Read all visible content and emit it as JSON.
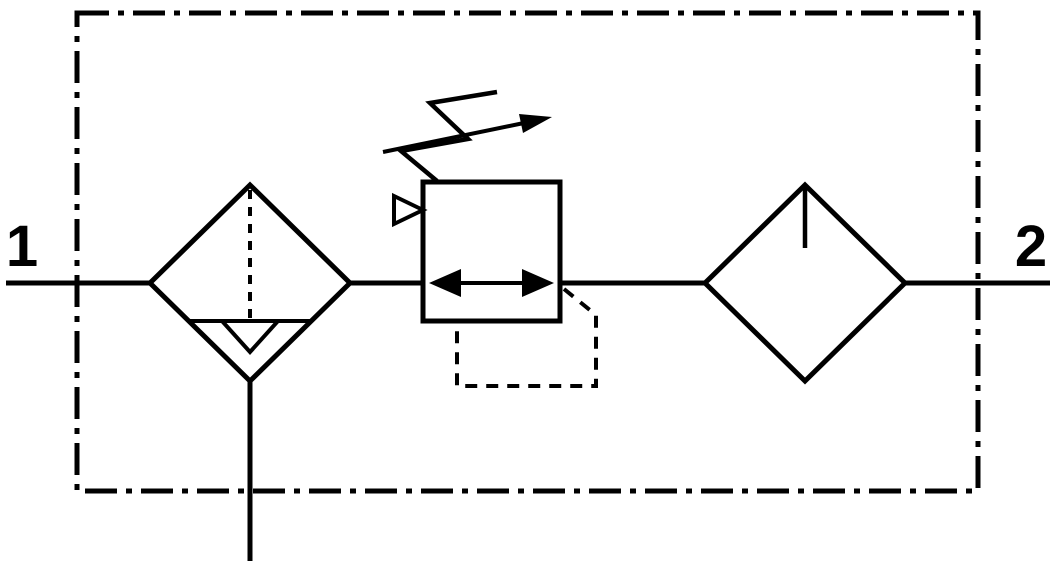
{
  "diagram": {
    "type": "pneumatic-circuit-symbol",
    "ports": {
      "inlet": "1",
      "outlet": "2"
    },
    "components": [
      {
        "name": "filter-water-separator-symbol"
      },
      {
        "name": "pressure-regulator-symbol"
      },
      {
        "name": "lubricator-symbol"
      }
    ],
    "colors": {
      "line": "#000000",
      "background": "#ffffff"
    }
  }
}
